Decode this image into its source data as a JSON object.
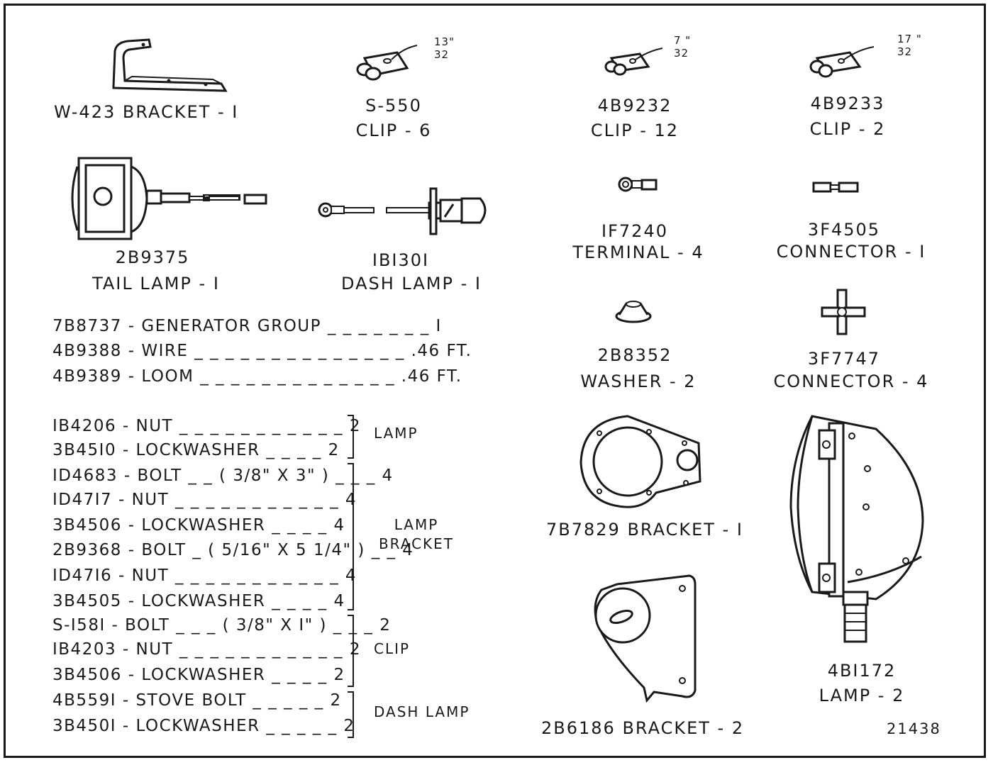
{
  "items": [
    {
      "part": "W-423",
      "name": "BRACKET - I"
    },
    {
      "part": "S-550",
      "name": "CLIP - 6",
      "dim_num": "13\"",
      "dim_den": "32"
    },
    {
      "part": "4B9232",
      "name": "CLIP - 12",
      "dim_num": "7 \"",
      "dim_den": "32"
    },
    {
      "part": "4B9233",
      "name": "CLIP - 2",
      "dim_num": "17 \"",
      "dim_den": "32"
    },
    {
      "part": "2B9375",
      "name": "TAIL LAMP - I"
    },
    {
      "part": "IBI30I",
      "name": "DASH LAMP - I"
    },
    {
      "part": "IF7240",
      "name": "TERMINAL - 4"
    },
    {
      "part": "3F4505",
      "name": "CONNECTOR - I"
    },
    {
      "part": "2B8352",
      "name": "WASHER - 2"
    },
    {
      "part": "3F7747",
      "name": "CONNECTOR - 4"
    },
    {
      "part": "7B7829",
      "name": "BRACKET - I"
    },
    {
      "part": "2B6186",
      "name": "BRACKET - 2"
    },
    {
      "part": "4BI172",
      "name": "LAMP - 2"
    }
  ],
  "w423_label": "W-423 BRACKET - I",
  "b7829_label": "7B7829 BRACKET - I",
  "b6186_label": "2B6186 BRACKET - 2",
  "generator_list": [
    "7B8737 - GENERATOR GROUP _ _ _ _ _ _ _ I",
    "4B9388 - WIRE _ _ _ _ _ _ _ _ _ _ _ _ _ _ .46 FT.",
    "4B9389 - LOOM _ _ _ _ _ _ _ _ _ _ _ _ _ .46 FT."
  ],
  "hardware_list": [
    "IB4206 - NUT _ _ _ _ _ _ _ _ _ _ _ 2",
    "3B45I0 - LOCKWASHER _ _ _ _ 2",
    "ID4683 - BOLT _ _ ( 3/8\" X 3\" ) _ _ _ 4",
    "ID47I7 - NUT _ _ _ _ _ _ _ _ _ _ _ 4",
    "3B4506 - LOCKWASHER _ _ _ _ 4",
    "2B9368 - BOLT _ ( 5/16\" X 5 1/4\" ) _ _ 4",
    "ID47I6 - NUT _ _ _ _ _ _ _ _ _ _ _ 4",
    "3B4505 - LOCKWASHER _ _ _ _ 4",
    "S-I58I - BOLT _ _ _ ( 3/8\" X I\" ) _ _ _ 2",
    "IB4203 - NUT _ _ _ _ _ _ _ _ _ _ _ 2",
    "3B4506 - LOCKWASHER _ _ _ _ 2",
    "4B559I - STOVE BOLT _ _ _ _ _ 2",
    "3B450I - LOCKWASHER _ _ _ _ _ 2"
  ],
  "groups": [
    "LAMP",
    "LAMP BRACKET",
    "CLIP",
    "DASH LAMP"
  ],
  "figure_number": "21438"
}
